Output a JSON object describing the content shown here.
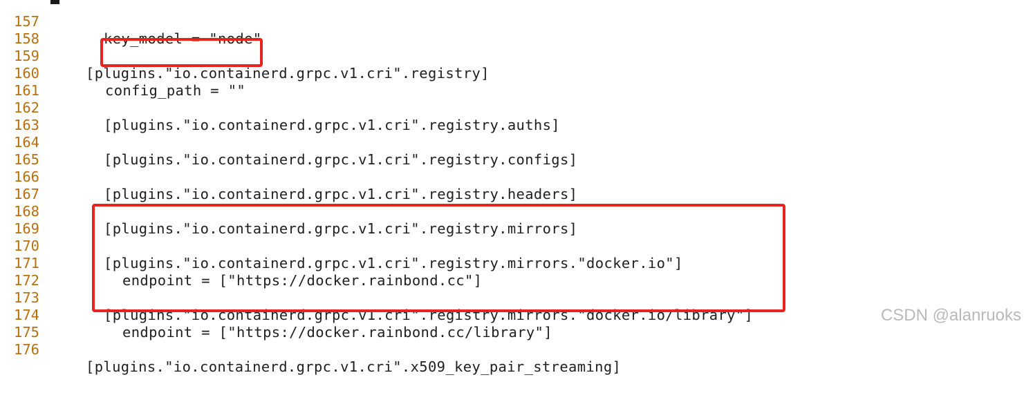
{
  "editor": {
    "lines": [
      {
        "num": "157",
        "text": "key_model = \"node\""
      },
      {
        "num": "158",
        "text": ""
      },
      {
        "num": "159",
        "text": "[plugins.\"io.containerd.grpc.v1.cri\".registry]"
      },
      {
        "num": "160",
        "text": "config_path = \"\""
      },
      {
        "num": "161",
        "text": ""
      },
      {
        "num": "162",
        "text": "[plugins.\"io.containerd.grpc.v1.cri\".registry.auths]"
      },
      {
        "num": "163",
        "text": ""
      },
      {
        "num": "164",
        "text": "[plugins.\"io.containerd.grpc.v1.cri\".registry.configs]"
      },
      {
        "num": "165",
        "text": ""
      },
      {
        "num": "166",
        "text": "[plugins.\"io.containerd.grpc.v1.cri\".registry.headers]"
      },
      {
        "num": "167",
        "text": ""
      },
      {
        "num": "168",
        "text": "[plugins.\"io.containerd.grpc.v1.cri\".registry.mirrors]"
      },
      {
        "num": "169",
        "text": ""
      },
      {
        "num": "170",
        "text": "[plugins.\"io.containerd.grpc.v1.cri\".registry.mirrors.\"docker.io\"]"
      },
      {
        "num": "171",
        "text": "endpoint = [\"https://docker.rainbond.cc\"]"
      },
      {
        "num": "172",
        "text": ""
      },
      {
        "num": "173",
        "text": "[plugins.\"io.containerd.grpc.v1.cri\".registry.mirrors.\"docker.io/library\"]"
      },
      {
        "num": "174",
        "text": "endpoint = [\"https://docker.rainbond.cc/library\"]"
      },
      {
        "num": "175",
        "text": ""
      },
      {
        "num": "176",
        "text": "[plugins.\"io.containerd.grpc.v1.cri\".x509_key_pair_streaming]"
      }
    ]
  },
  "colors": {
    "line_number": "#b8700f",
    "code_text": "#1f1f1f",
    "highlight_border": "#e8231f",
    "watermark": "#b9b9b9",
    "background": "#ffffff"
  },
  "watermark": "CSDN @alanruoks"
}
